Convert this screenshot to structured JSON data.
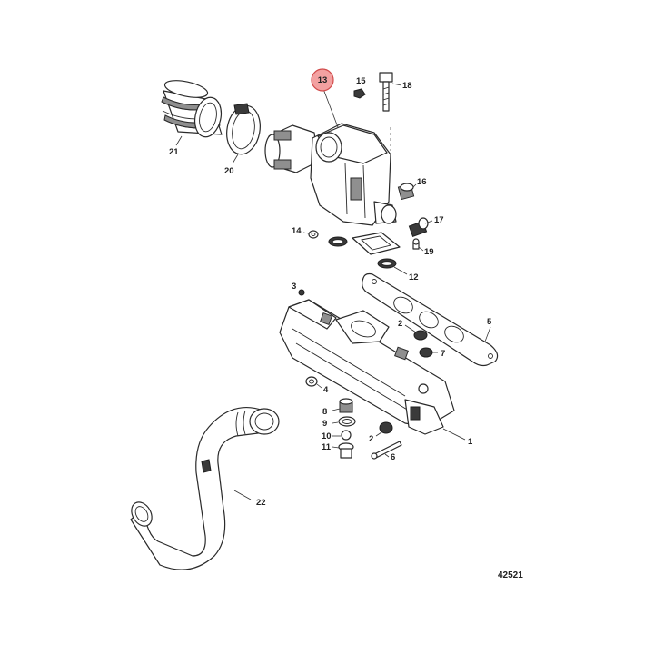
{
  "callouts": {
    "c1": "1",
    "c2a": "2",
    "c2b": "2",
    "c3": "3",
    "c4": "4",
    "c5": "5",
    "c6": "6",
    "c7": "7",
    "c8": "8",
    "c9": "9",
    "c10": "10",
    "c11": "11",
    "c12": "12",
    "c13": "13",
    "c14": "14",
    "c15": "15",
    "c16": "16",
    "c17": "17",
    "c18": "18",
    "c19": "19",
    "c20": "20",
    "c21": "21",
    "c22": "22"
  },
  "highlighted_callout": "13",
  "highlight_color": "#f3a1a1",
  "reference_number": "42521"
}
